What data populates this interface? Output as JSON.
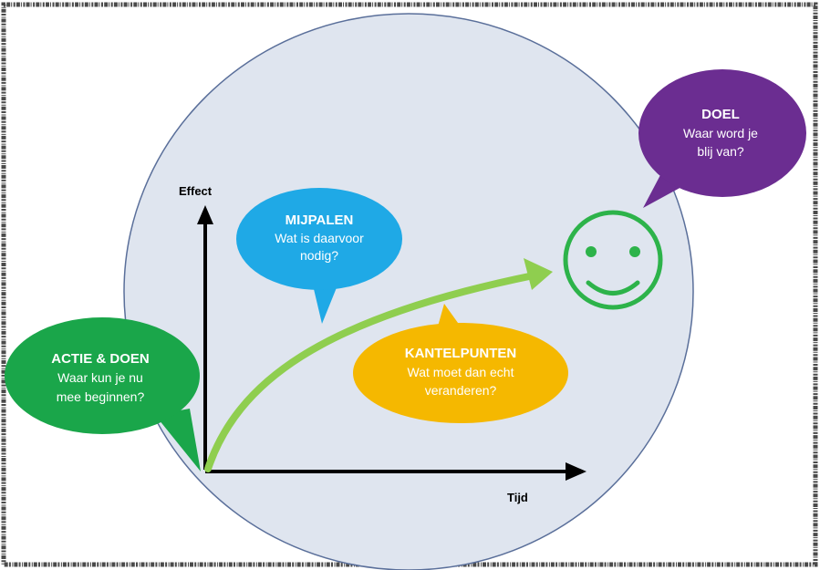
{
  "axes": {
    "y_label": "Effect",
    "x_label": "Tijd"
  },
  "bubbles": {
    "actie": {
      "title": "ACTIE & DOEN",
      "line1": "Waar kun je nu",
      "line2": "mee beginnen?",
      "color": "#1aa64a"
    },
    "mijlpalen": {
      "title": "MIJPALEN",
      "line1": "Wat is daarvoor",
      "line2": "nodig?",
      "color": "#1fa9e6"
    },
    "kantelpunten": {
      "title": "KANTELPUNTEN",
      "line1": "Wat moet dan echt",
      "line2": "veranderen?",
      "color": "#f5b800"
    },
    "doel": {
      "title": "DOEL",
      "line1": "Waar word je",
      "line2": "blij van?",
      "color": "#6b2d91"
    }
  },
  "colors": {
    "circle_fill": "#dfe5ef",
    "circle_stroke": "#5a6f9a",
    "curve": "#8fce4f",
    "smiley": "#2db34a"
  },
  "icons": {
    "smiley": "smiley-face-icon"
  }
}
